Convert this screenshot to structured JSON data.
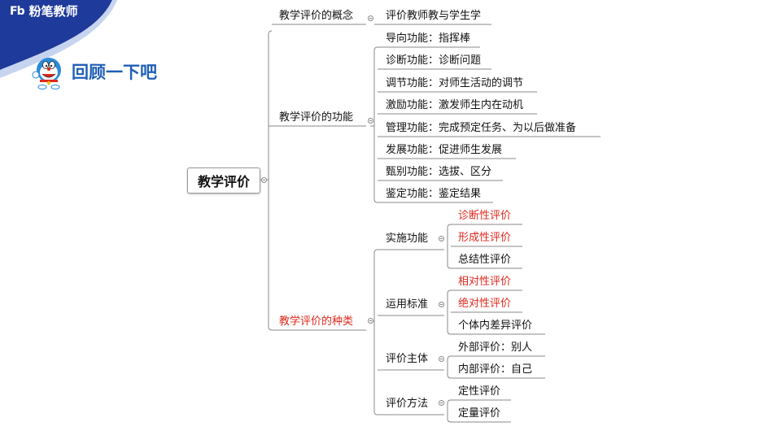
{
  "brand": {
    "logo_text": "Fb",
    "name": "粉笔教师"
  },
  "review": {
    "title": "回顾一下吧",
    "mascot_icon": "doraemon-mascot-icon"
  },
  "colors": {
    "brand_blue": "#1e3a9a",
    "accent_red": "#e0271c",
    "line": "#8a8a8a"
  },
  "mindmap": {
    "root": "教学评价",
    "concept": {
      "label": "教学评价的概念",
      "child": "评价教师教与学生学"
    },
    "functions": {
      "label": "教学评价的功能",
      "children": [
        "导向功能：指挥棒",
        "诊断功能：诊断问题",
        "调节功能：对师生活动的调节",
        "激励功能：激发师生内在动机",
        "管理功能：完成预定任务、为以后做准备",
        "发展功能：促进师生发展",
        "甄别功能：选拔、区分",
        "鉴定功能：鉴定结果"
      ]
    },
    "types": {
      "label": "教学评价的种类",
      "groups": [
        {
          "label": "实施功能",
          "children": [
            "诊断性评价",
            "形成性评价",
            "总结性评价"
          ],
          "red": [
            true,
            true,
            false
          ]
        },
        {
          "label": "运用标准",
          "children": [
            "相对性评价",
            "绝对性评价",
            "个体内差异评价"
          ],
          "red": [
            true,
            true,
            false
          ]
        },
        {
          "label": "评价主体",
          "children": [
            "外部评价：别人",
            "内部评价：自己"
          ],
          "red": [
            false,
            false
          ]
        },
        {
          "label": "评价方法",
          "children": [
            "定性评价",
            "定量评价"
          ],
          "red": [
            false,
            false
          ]
        }
      ]
    }
  }
}
